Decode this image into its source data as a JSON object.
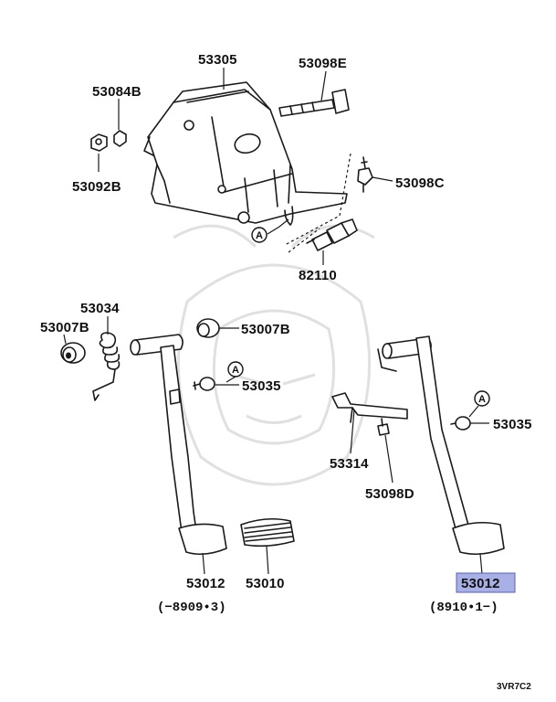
{
  "labels": {
    "p53305": "53305",
    "p53098E": "53098E",
    "p53084B": "53084B",
    "p53092B": "53092B",
    "p53098C": "53098C",
    "p82110": "82110",
    "p53034": "53034",
    "p53007B_left": "53007B",
    "p53007B_right": "53007B",
    "p53035_left": "53035",
    "p53035_right": "53035",
    "p53314": "53314",
    "p53098D": "53098D",
    "p53012_left": "53012",
    "p53010": "53010",
    "p53012_right": "53012"
  },
  "notes": {
    "left_range": "(−8909•3)",
    "right_range": "(8910•1−)"
  },
  "ref_marks": {
    "a1": "A",
    "a2": "A",
    "a3": "A"
  },
  "diagram_code": "3VR7C2",
  "highlight_color": "#a9b0e6"
}
